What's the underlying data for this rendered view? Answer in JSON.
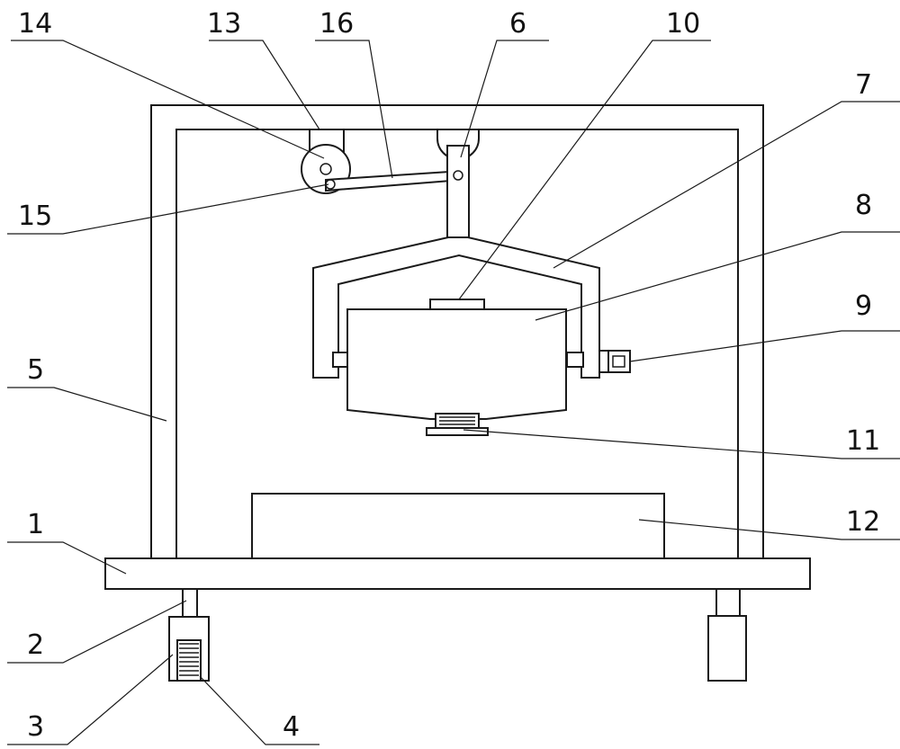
{
  "colors": {
    "line": "#1a1a1a",
    "text": "#111111",
    "background": "#ffffff"
  },
  "labels": {
    "n1": "1",
    "n2": "2",
    "n3": "3",
    "n4": "4",
    "n5": "5",
    "n6": "6",
    "n7": "7",
    "n8": "8",
    "n9": "9",
    "n10": "10",
    "n11": "11",
    "n12": "12",
    "n13": "13",
    "n14": "14",
    "n15": "15",
    "n16": "16"
  }
}
